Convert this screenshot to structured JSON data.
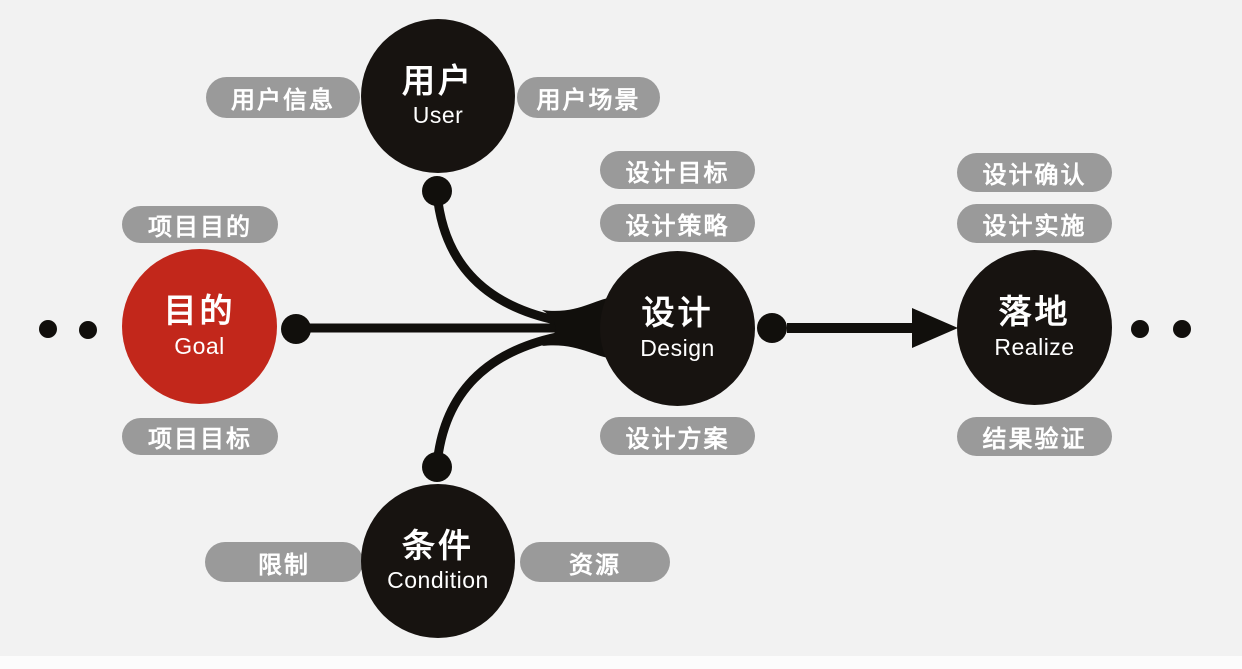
{
  "diagram": {
    "title_implicit": "design process flow",
    "nodes": {
      "goal": {
        "zh": "目的",
        "en": "Goal"
      },
      "user": {
        "zh": "用户",
        "en": "User"
      },
      "design": {
        "zh": "设计",
        "en": "Design"
      },
      "realize": {
        "zh": "落地",
        "en": "Realize"
      },
      "condition": {
        "zh": "条件",
        "en": "Condition"
      }
    },
    "labels": {
      "project_purpose": "项目目的",
      "project_goal": "项目目标",
      "user_info": "用户信息",
      "user_scenario": "用户场景",
      "design_goal": "设计目标",
      "design_strategy": "设计策略",
      "design_plan": "设计方案",
      "design_confirm": "设计确认",
      "design_implement": "设计实施",
      "result_verify": "结果验证",
      "limitation": "限制",
      "resource": "资源"
    },
    "connections": [
      {
        "from": "goal",
        "to": "design",
        "type": "line"
      },
      {
        "from": "user",
        "to": "design",
        "type": "curve"
      },
      {
        "from": "condition",
        "to": "design",
        "type": "curve"
      },
      {
        "from": "design",
        "to": "realize",
        "type": "arrow"
      }
    ],
    "colors": {
      "background": "#f2f2f2",
      "node_black": "#171310",
      "node_red": "#c2271b",
      "pill_gray": "#9a9a9a",
      "text_white": "#ffffff",
      "line_black": "#110f0c"
    }
  }
}
